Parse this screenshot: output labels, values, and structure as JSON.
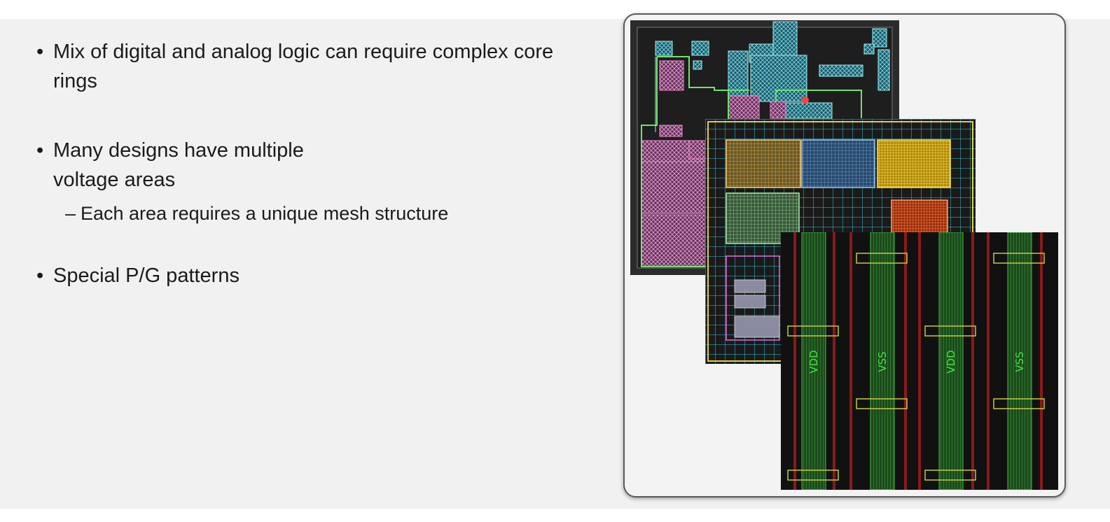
{
  "bullets": [
    {
      "text": "Mix of digital and analog logic can require complex core rings"
    },
    {
      "text": "Many designs have multiple voltage areas",
      "sub": [
        {
          "text": "Each area requires a unique mesh structure"
        }
      ]
    },
    {
      "text": "Special P/G patterns"
    }
  ],
  "figure": {
    "rail_labels": [
      "VDD",
      "VSS",
      "VDD",
      "VSS"
    ]
  },
  "colors": {
    "slide_bg": "#f1f1f1",
    "text": "#1b1b1b",
    "layout_bg": "#111111",
    "rail_green": "#2fae2f",
    "rail_red": "#8a1a1a"
  }
}
